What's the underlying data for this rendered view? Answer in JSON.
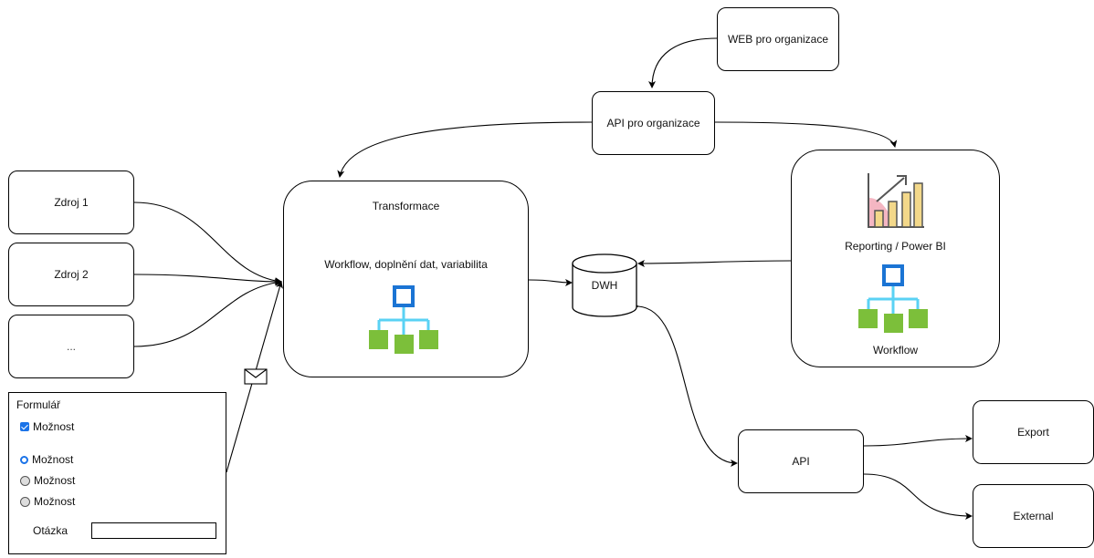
{
  "nodes": {
    "web": "WEB pro organizace",
    "api_org": "API pro organizace",
    "zdroj1": "Zdroj 1",
    "zdroj2": "Zdroj 2",
    "zdroj3": "...",
    "transform_title": "Transformace",
    "transform_sub": "Workflow, doplnění dat, variabilita",
    "dwh": "DWH",
    "reporting": "Reporting / Power BI",
    "workflow": "Workflow",
    "api": "API",
    "export": "Export",
    "external": "External"
  },
  "form": {
    "title": "Formulář",
    "checkbox_label": "Možnost",
    "radio1": "Možnost",
    "radio2": "Možnost",
    "radio3": "Možnost",
    "question_label": "Otázka",
    "question_value": ""
  },
  "icons": {
    "workflow": "workflow-hierarchy-icon",
    "chart": "bar-chart-growth-icon",
    "mail": "envelope-icon",
    "database": "database-cylinder-icon"
  },
  "colors": {
    "workflow_top": "#1b74d4",
    "workflow_lines": "#5ad2f4",
    "workflow_leaf": "#7cbf3a",
    "chart_bar": "#f3d88a",
    "chart_area": "#f4b6c2",
    "accent_blue": "#1a73e8"
  }
}
